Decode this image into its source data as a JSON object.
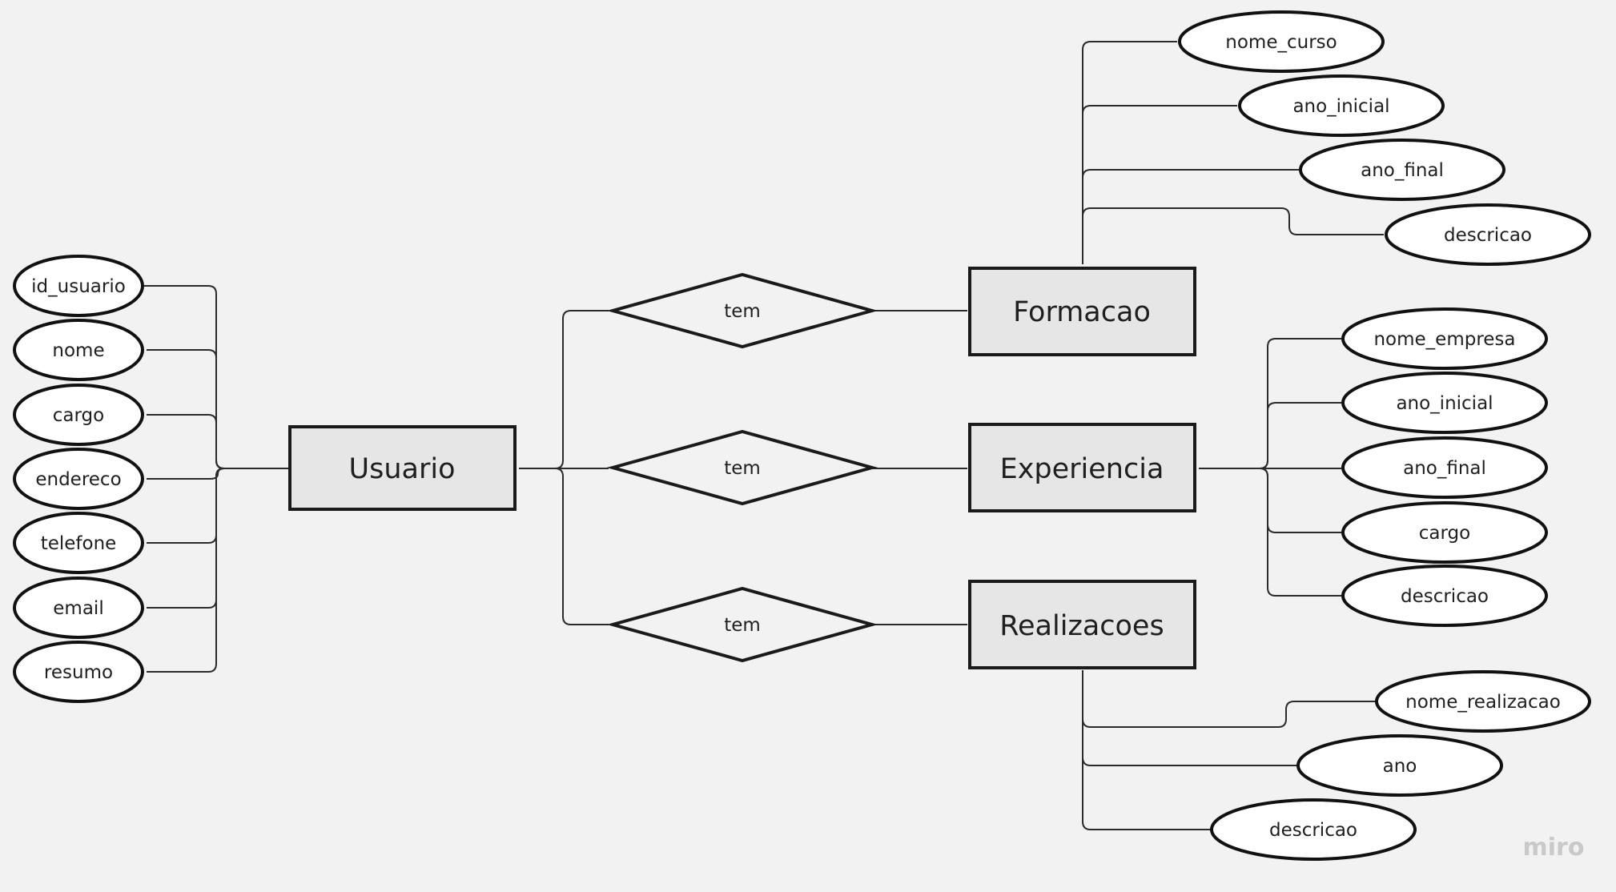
{
  "entities": {
    "usuario": "Usuario",
    "formacao": "Formacao",
    "experiencia": "Experiencia",
    "realizacoes": "Realizacoes"
  },
  "relationships": {
    "formacao": "tem",
    "experiencia": "tem",
    "realizacoes": "tem"
  },
  "attributes": {
    "usuario": [
      "id_usuario",
      "nome",
      "cargo",
      "endereco",
      "telefone",
      "email",
      "resumo"
    ],
    "formacao": [
      "nome_curso",
      "ano_inicial",
      "ano_final",
      "descricao"
    ],
    "experiencia": [
      "nome_empresa",
      "ano_inicial",
      "ano_final",
      "cargo",
      "descricao"
    ],
    "realizacoes": [
      "nome_realizacao",
      "ano",
      "descricao"
    ]
  },
  "watermark": "miro"
}
